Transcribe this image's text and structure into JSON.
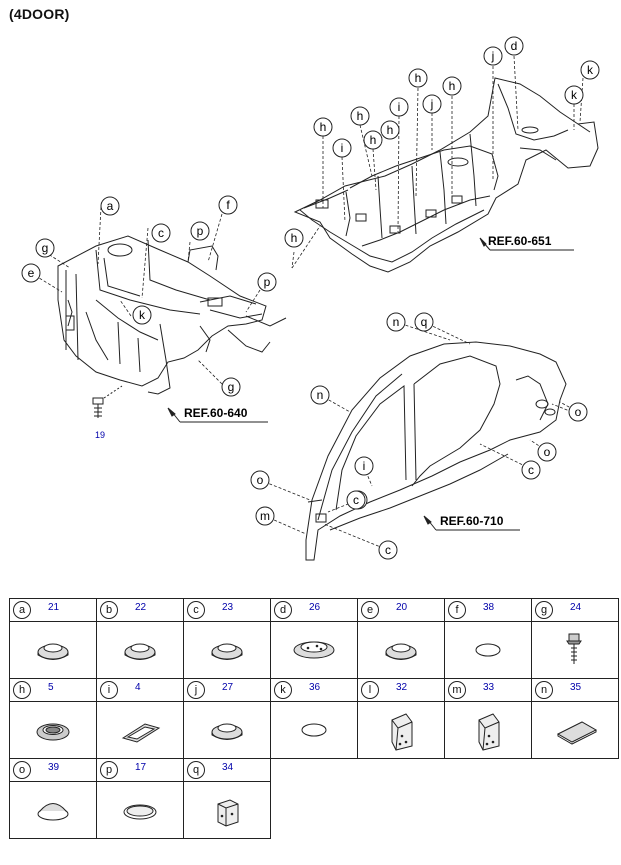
{
  "title": "(4DOOR)",
  "refs": [
    "REF.60-640",
    "REF.60-651",
    "REF.60-710"
  ],
  "bolt_number": "19",
  "callouts": {
    "floor": [
      "j",
      "d",
      "k",
      "k",
      "h",
      "h",
      "h",
      "h",
      "i",
      "j",
      "h",
      "i",
      "h",
      "h"
    ],
    "front": [
      "a",
      "c",
      "p",
      "f",
      "g",
      "e",
      "k",
      "p",
      "g"
    ],
    "side": [
      "n",
      "q",
      "n",
      "o",
      "i",
      "c",
      "c",
      "o",
      "c",
      "o",
      "m",
      "c"
    ]
  },
  "parts": [
    {
      "letter": "a",
      "number": "21",
      "icon": "grommet-plug-icon"
    },
    {
      "letter": "b",
      "number": "22",
      "icon": "grommet-plug-icon"
    },
    {
      "letter": "c",
      "number": "23",
      "icon": "grommet-plug-icon"
    },
    {
      "letter": "d",
      "number": "26",
      "icon": "large-plug-icon"
    },
    {
      "letter": "e",
      "number": "20",
      "icon": "grommet-plug-icon"
    },
    {
      "letter": "f",
      "number": "38",
      "icon": "oval-pad-icon"
    },
    {
      "letter": "g",
      "number": "24",
      "icon": "bolt-icon"
    },
    {
      "letter": "h",
      "number": "5",
      "icon": "ring-grommet-icon"
    },
    {
      "letter": "i",
      "number": "4",
      "icon": "rect-grommet-icon"
    },
    {
      "letter": "j",
      "number": "27",
      "icon": "grommet-plug-icon"
    },
    {
      "letter": "k",
      "number": "36",
      "icon": "oval-pad-icon"
    },
    {
      "letter": "l",
      "number": "32",
      "icon": "foam-block-icon"
    },
    {
      "letter": "m",
      "number": "33",
      "icon": "foam-block-icon"
    },
    {
      "letter": "n",
      "number": "35",
      "icon": "flat-pad-icon"
    },
    {
      "letter": "o",
      "number": "39",
      "icon": "dome-cap-icon"
    },
    {
      "letter": "p",
      "number": "17",
      "icon": "flat-cap-icon"
    },
    {
      "letter": "q",
      "number": "34",
      "icon": "cube-pad-icon"
    }
  ]
}
